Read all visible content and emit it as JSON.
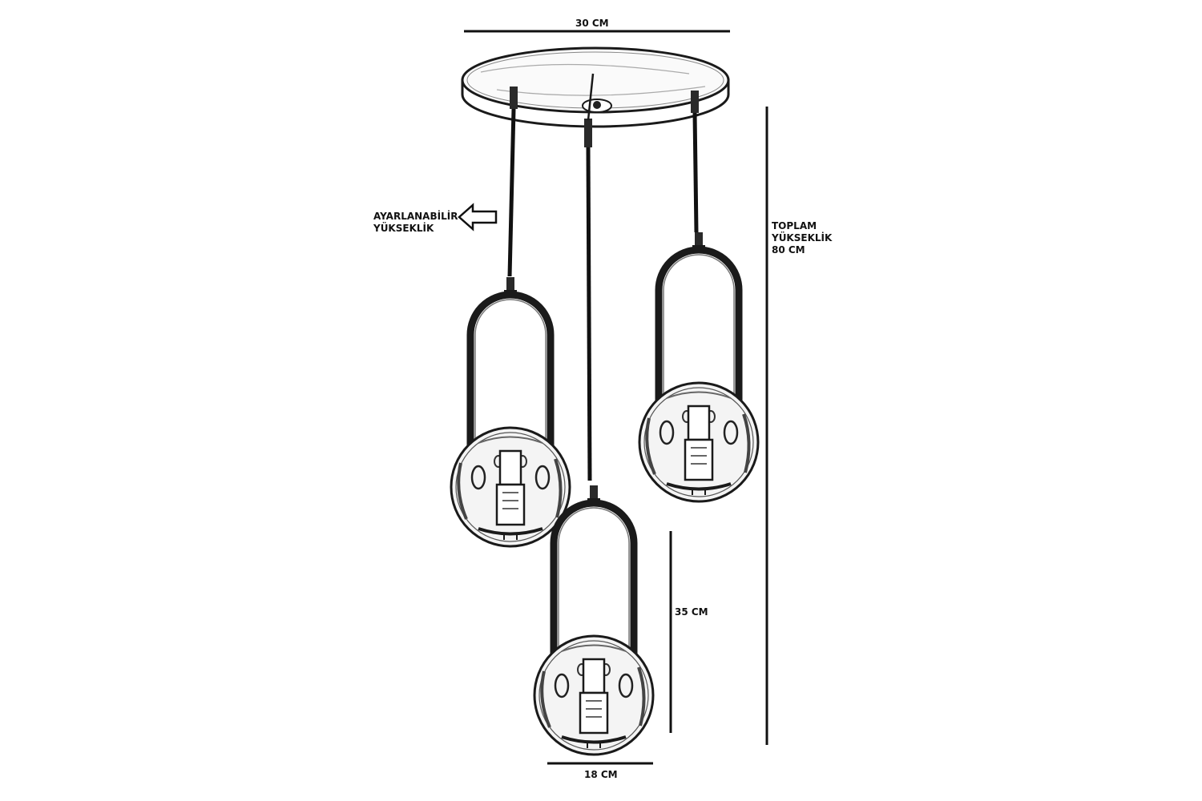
{
  "colors": {
    "ink": "#111111",
    "sketch": "#2a2a2a",
    "glass": "#f4f4f4",
    "background": "#ffffff"
  },
  "dimensions": {
    "top_width": "30 CM",
    "adjustable_line1": "AYARLANABİLİR",
    "adjustable_line2": "YÜKSEKLİK",
    "total_line1": "TOPLAM",
    "total_line2": "YÜKSEKLİK",
    "total_line3": "80 CM",
    "pendant_height": "35 CM",
    "bottom_width": "18 CM"
  },
  "icons": {
    "adjustable_arrow": "left-arrow-icon"
  }
}
